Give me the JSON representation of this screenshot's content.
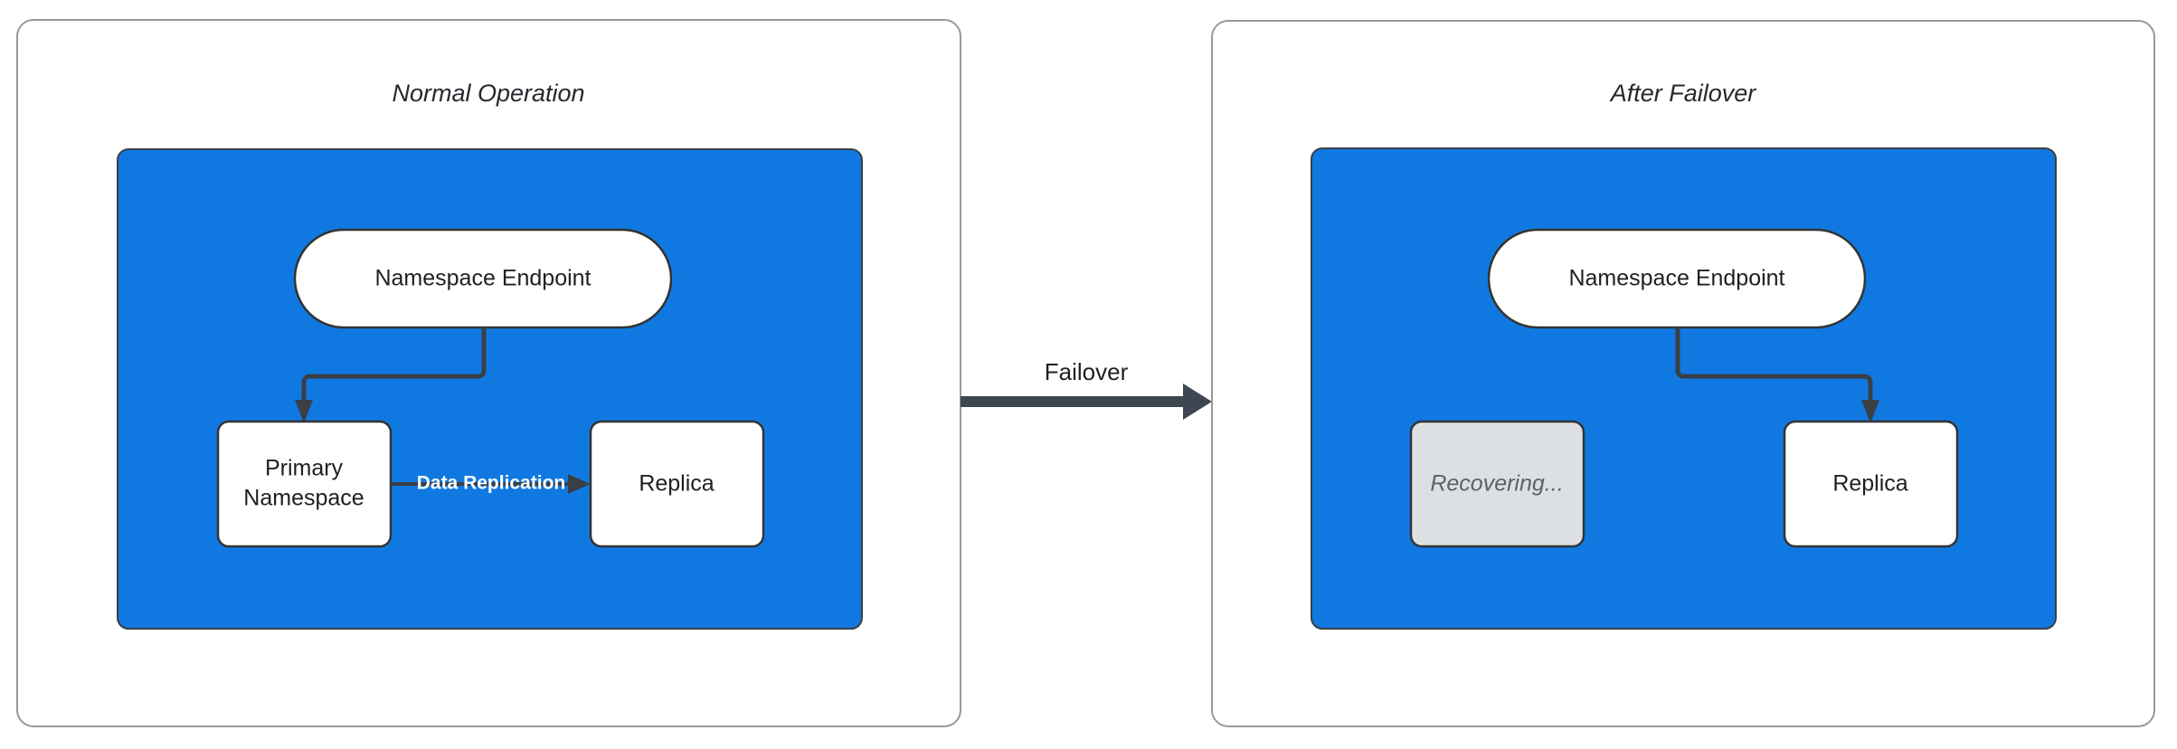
{
  "diagram": {
    "title_left": "Normal Operation",
    "title_right": "After Failover",
    "transition_label": "Failover",
    "colors": {
      "cluster_blue": "#1079e1",
      "node_white": "#ffffff",
      "node_gray": "#dde0e3",
      "stroke_dark": "#3a3f46",
      "frame_gray": "#999999",
      "text_dark": "#1d2023",
      "text_muted": "#5d6166",
      "edge_label_white": "#ffffff",
      "page_background": "#ffffff"
    }
  },
  "panels": [
    {
      "id": "normal-operation",
      "title": "Normal Operation",
      "cluster_label": "",
      "nodes": [
        {
          "id": "endpoint-left",
          "label": "Namespace Endpoint",
          "shape": "stadium",
          "state": "active"
        },
        {
          "id": "primary-left",
          "label_line1": "Primary",
          "label_line2": "Namespace",
          "shape": "rect",
          "state": "active"
        },
        {
          "id": "replica-left",
          "label": "Replica",
          "shape": "rect",
          "state": "active"
        }
      ],
      "edges": [
        {
          "id": "endpoint-to-primary",
          "from": "endpoint-left",
          "to": "primary-left",
          "label": ""
        },
        {
          "id": "primary-to-replica",
          "from": "primary-left",
          "to": "replica-left",
          "label": "Data Replication"
        }
      ]
    },
    {
      "id": "after-failover",
      "title": "After Failover",
      "cluster_label": "",
      "nodes": [
        {
          "id": "endpoint-right",
          "label": "Namespace Endpoint",
          "shape": "stadium",
          "state": "active"
        },
        {
          "id": "recovering",
          "label": "Recovering...",
          "shape": "rect",
          "state": "recovering"
        },
        {
          "id": "replica-right",
          "label": "Replica",
          "shape": "rect",
          "state": "active"
        }
      ],
      "edges": [
        {
          "id": "endpoint-to-replica",
          "from": "endpoint-right",
          "to": "replica-right",
          "label": ""
        }
      ]
    }
  ],
  "transition": {
    "label": "Failover",
    "from_panel": "normal-operation",
    "to_panel": "after-failover"
  }
}
